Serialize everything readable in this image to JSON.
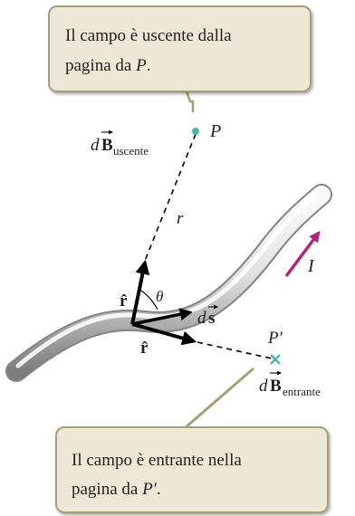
{
  "callout_top": {
    "line1": "Il campo è uscente dalla",
    "line2_prefix": "pagina da ",
    "line2_var": "P",
    "line2_suffix": "."
  },
  "callout_bottom": {
    "line1": "Il campo è entrante nella",
    "line2_prefix": "pagina da ",
    "line2_var": "P′",
    "line2_suffix": "."
  },
  "labels": {
    "point_p": "P",
    "point_p_prime": "P′",
    "d": "d",
    "b_vector": "B",
    "uscente": "uscente",
    "entrante": "entrante",
    "r": "r",
    "theta": "θ",
    "r_hat": "r̂",
    "s_vector": "s",
    "current": "I"
  },
  "colors": {
    "callout_fill": "#ebe9d6",
    "callout_stroke": "#a59e7b",
    "pointer": "#a59e7b",
    "current_arrow": "#b02577",
    "point_p_dot": "#4fb3a5",
    "point_p_prime_cross": "#4fb3a5",
    "wire_light": "#eeeeee",
    "wire_dark": "#8a8a8a",
    "vector": "#000000",
    "text": "#231f20"
  }
}
